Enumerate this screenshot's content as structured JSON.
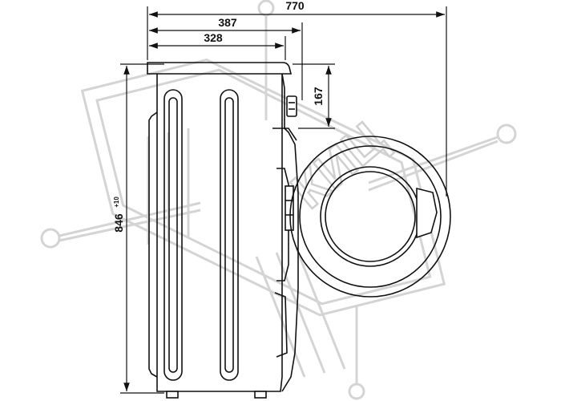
{
  "drawing": {
    "subject": "washing-machine-side-view",
    "dimensions": {
      "overall_depth": "770",
      "depth_with_door": "387",
      "body_depth": "328",
      "door_hinge_offset": "167",
      "height": "846",
      "height_tolerance": "+10"
    },
    "watermark": "КИЦ",
    "colors": {
      "line": "#111111",
      "watermark": "#d4d4d4",
      "background": "#ffffff"
    }
  }
}
